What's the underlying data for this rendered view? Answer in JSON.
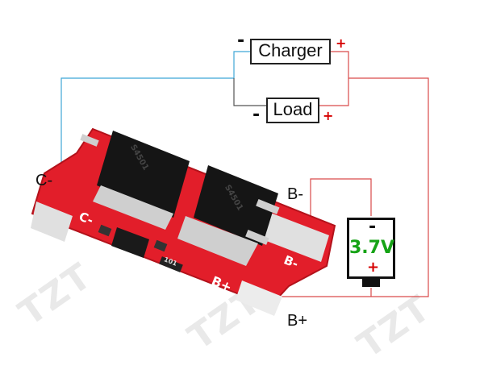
{
  "diagram": {
    "charger_label": "Charger",
    "load_label": "Load",
    "minus_sign": "-",
    "plus_sign": "+",
    "c_minus_label": "C-",
    "b_minus_label": "B-",
    "b_plus_label": "B+",
    "battery_voltage": "3.7V",
    "battery_minus": "-",
    "battery_plus": "+",
    "watermark": "TZT",
    "pcb_silk_c_minus": "C-",
    "pcb_silk_b_minus": "B-",
    "pcb_silk_b_plus": "B+",
    "pcb_resistor_code": "101",
    "pcb_mosfet_left_code": "S4501",
    "pcb_mosfet_right_code": "S4501"
  },
  "colors": {
    "wire_blue": "#3fa7d6",
    "wire_red": "#d94a4a",
    "wire_gray": "#555555",
    "pcb_red": "#e21e2a",
    "battery_text": "#16a316",
    "plus_red": "#d60000"
  }
}
